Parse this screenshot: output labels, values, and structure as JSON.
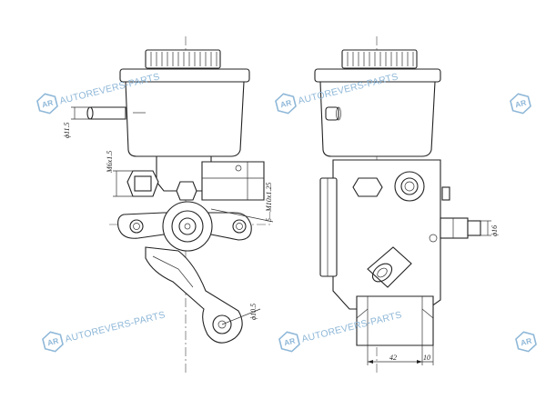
{
  "watermark": {
    "brand": "AUTOREVERS-PARTS",
    "logo_letters": "AR",
    "color": "#8fb8d8"
  },
  "dimensions": {
    "inlet_diameter": "ϕ11.5",
    "reservoir_thread": "M6x1.5",
    "flange_thread": "5—M10x1.25",
    "bracket_hole": "ϕ10.5",
    "outlet_diameter": "ϕ16",
    "width_a": "42",
    "width_b": "10"
  },
  "line_color": "#222222"
}
